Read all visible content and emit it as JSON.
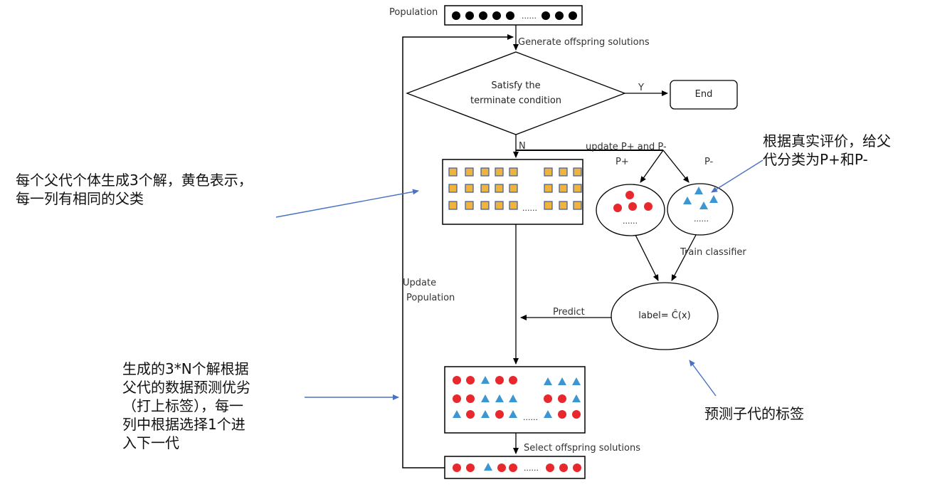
{
  "population_label": "Population",
  "dots_ellipsis": "......",
  "generate_label": "Generate offspring solutions",
  "decision": {
    "line1": "Satisfy the",
    "line2": "terminate condition"
  },
  "yes_label": "Y",
  "no_label": "N",
  "end_label": "End",
  "update_pn_label": "update P+ and P-",
  "p_plus_label": "P+",
  "p_minus_label": "P-",
  "cluster_ellipsis": "......",
  "train_label": "Train classifier",
  "classifier_label": "label= Ĉ(x)",
  "predict_label": "Predict",
  "update_population": {
    "line1": "Update",
    "line2": "Population"
  },
  "select_label": "Select offspring solutions",
  "notes": {
    "left_top": {
      "line1": "每个父代个体生成3个解，黄色表示，",
      "line2": "每一列有相同的父类"
    },
    "right_top": {
      "line1": "根据真实评价，给父",
      "line2": "代分类为P+和P-"
    },
    "left_bottom": {
      "line1": "生成的3*N个解根据",
      "line2": "父代的数据预测优劣",
      "line3": "（打上标签），每一",
      "line4": "列中根据选择1个进",
      "line5": "入下一代"
    },
    "right_bottom": "预测子代的标签"
  },
  "colors": {
    "dot": "#000000",
    "square_fill": "#F0B43C",
    "square_stroke": "#3C5AA0",
    "red": "#E8282C",
    "blue": "#3C96D2",
    "arrow_note": "#4A72C4",
    "line": "#000000"
  }
}
